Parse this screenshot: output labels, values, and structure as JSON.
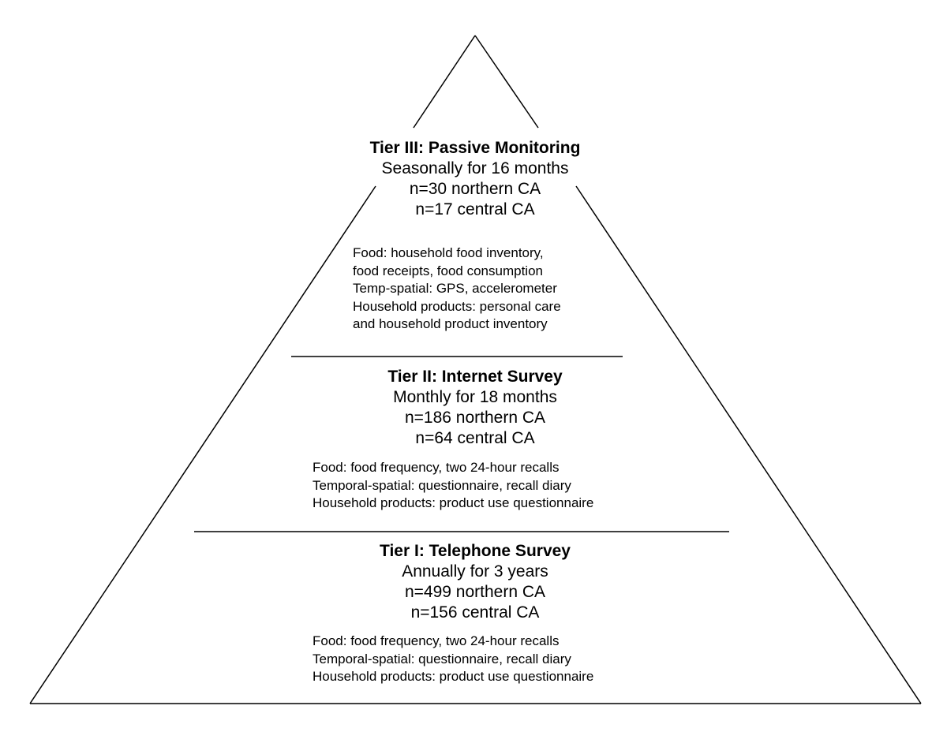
{
  "diagram": {
    "tiers": [
      {
        "id": "tier3",
        "title": "Tier III: Passive Monitoring",
        "frequency": "Seasonally for 16 months",
        "samples": [
          "n=30 northern CA",
          "n=17 central CA"
        ],
        "details": [
          "Food: household food inventory,",
          "food receipts, food consumption",
          "Temp-spatial: GPS, accelerometer",
          "Household products: personal care",
          "and household product inventory"
        ]
      },
      {
        "id": "tier2",
        "title": "Tier II: Internet Survey",
        "frequency": "Monthly for 18 months",
        "samples": [
          "n=186 northern CA",
          "n=64 central CA"
        ],
        "details": [
          "Food: food frequency, two 24-hour recalls",
          "Temporal-spatial: questionnaire, recall diary",
          "Household products: product use questionnaire"
        ]
      },
      {
        "id": "tier1",
        "title": "Tier I: Telephone Survey",
        "frequency": "Annually for 3 years",
        "samples": [
          "n=499 northern CA",
          "n=156 central CA"
        ],
        "details": [
          "Food: food frequency, two 24-hour recalls",
          "Temporal-spatial: questionnaire, recall diary",
          "Household products: product use questionnaire"
        ]
      }
    ]
  }
}
